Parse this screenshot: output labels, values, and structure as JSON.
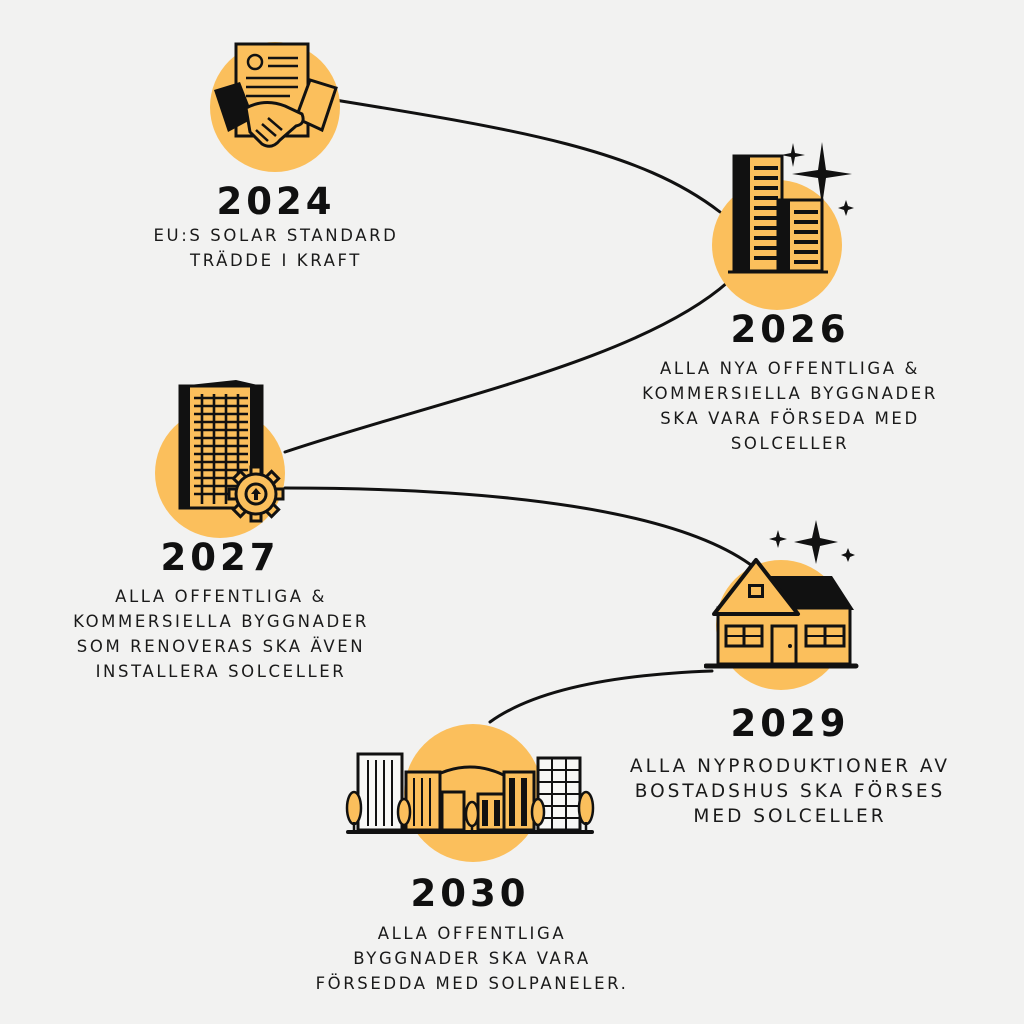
{
  "timeline": [
    {
      "year": "2024",
      "icon": "handshake-contract-icon",
      "lines": [
        "EU:S SOLAR STANDARD",
        "TRÄDDE I KRAFT"
      ]
    },
    {
      "year": "2026",
      "icon": "office-towers-icon",
      "lines": [
        "ALLA NYA OFFENTLIGA &",
        "KOMMERSIELLA BYGGNADER",
        "SKA VARA FÖRSEDA MED",
        "SOLCELLER"
      ]
    },
    {
      "year": "2027",
      "icon": "office-building-gear-icon",
      "lines": [
        "ALLA OFFENTLIGA &",
        "KOMMERSIELLA BYGGNADER",
        "SOM RENOVERAS SKA ÄVEN",
        "INSTALLERA SOLCELLER"
      ]
    },
    {
      "year": "2029",
      "icon": "house-icon",
      "lines": [
        "ALLA NYPRODUKTIONER AV",
        "BOSTADSHUS SKA FÖRSES",
        "MED SOLCELLER"
      ]
    },
    {
      "year": "2030",
      "icon": "cityscape-icon",
      "lines": [
        "ALLA OFFENTLIGA",
        "BYGGNADER SKA VARA",
        "FÖRSEDDA MED SOLPANELER."
      ]
    }
  ],
  "colors": {
    "background": "#f2f2f1",
    "circle": "#fbbf5c",
    "ink": "#111111"
  }
}
